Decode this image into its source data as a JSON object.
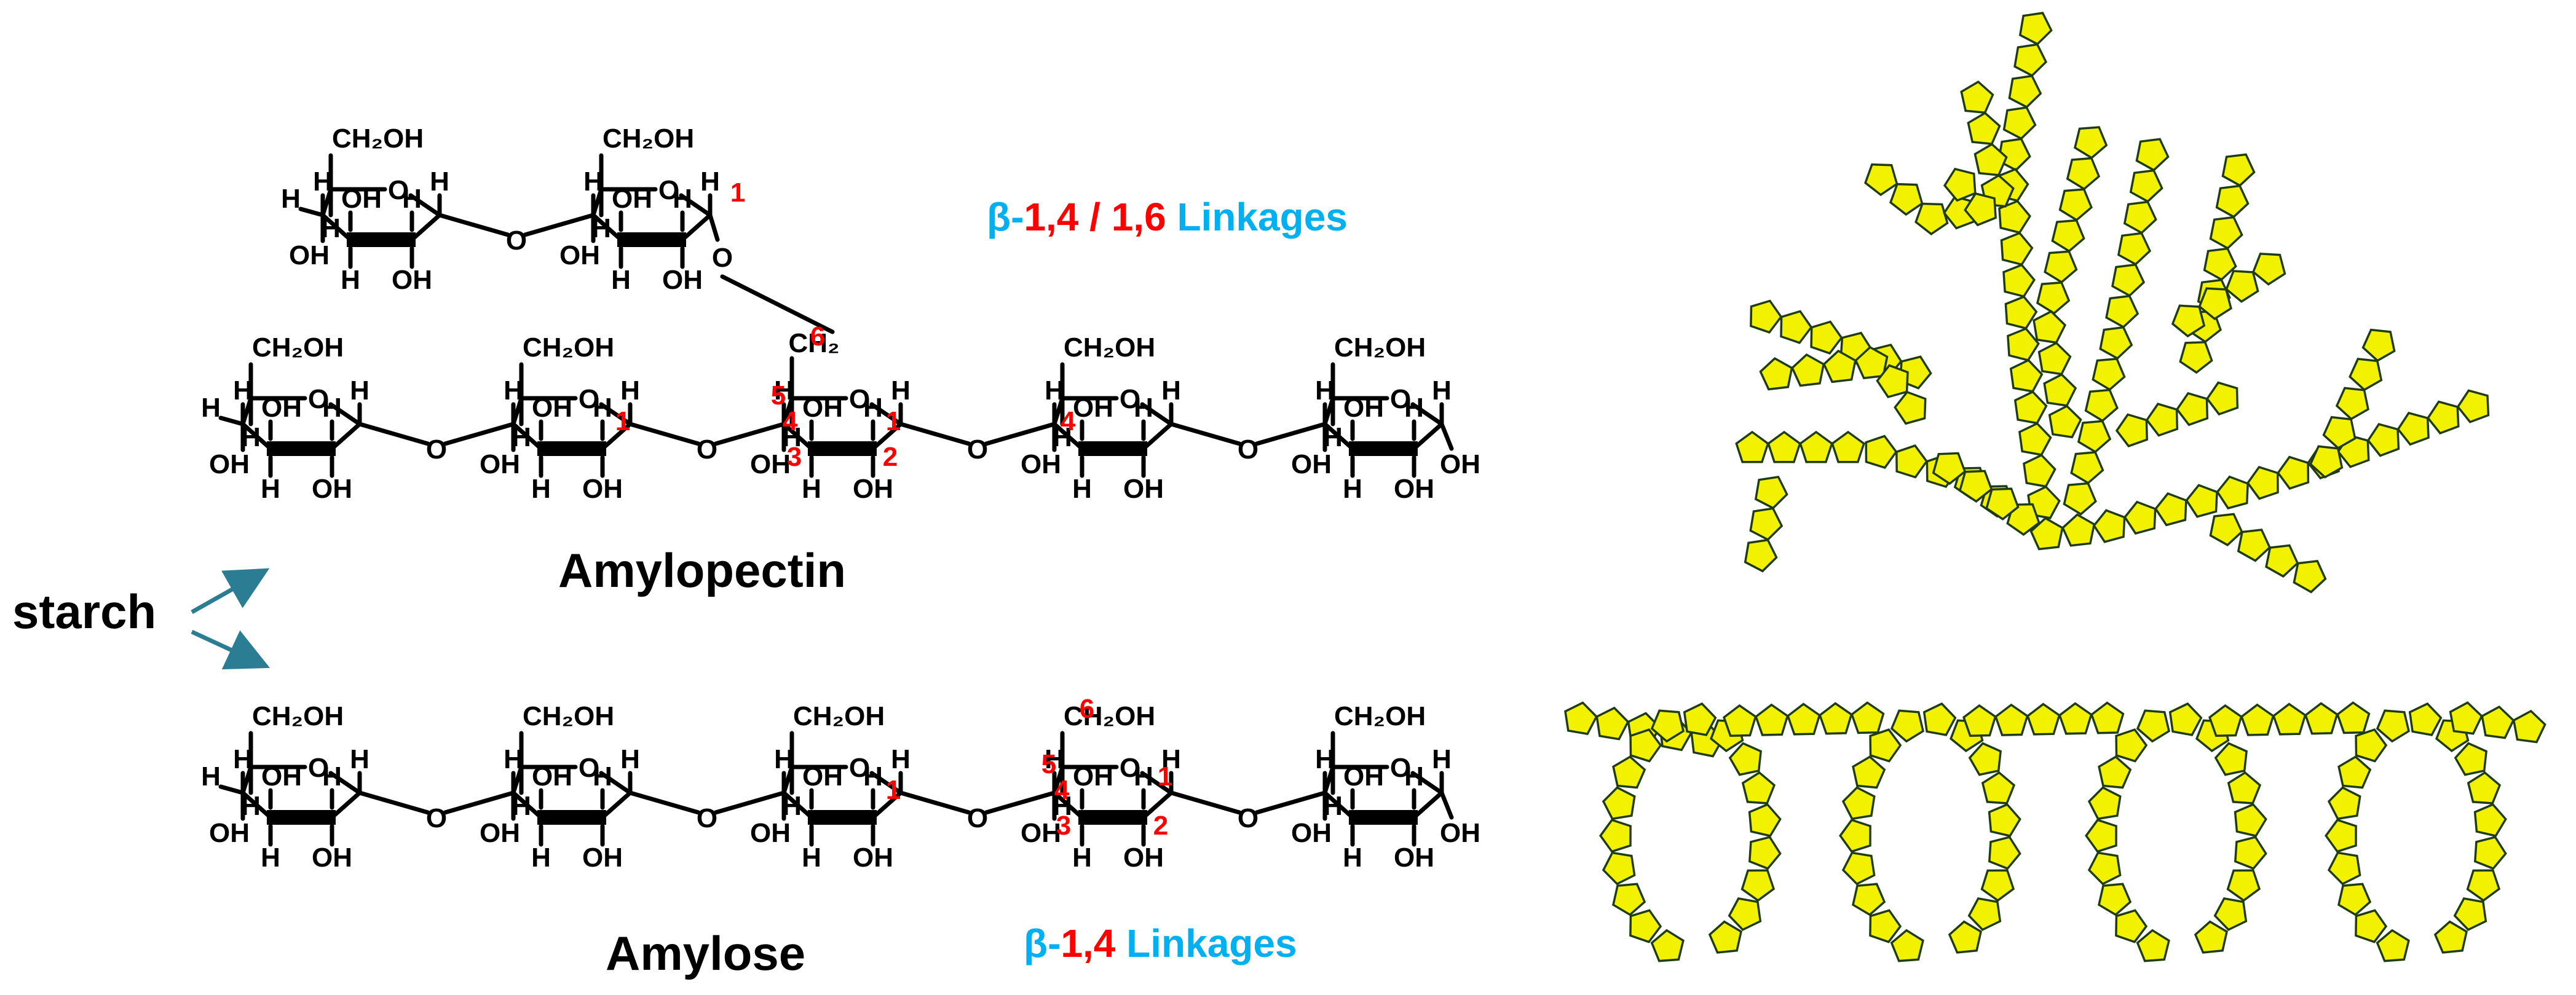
{
  "colors": {
    "greek_and_word": "#00b0f0",
    "numbers": "#ff0000",
    "arrow": "#2a7d92",
    "unit_fill": "#f2f200",
    "unit_stroke": "#1f3c16"
  },
  "labels": {
    "starch": "starch",
    "amylopectin": "Amylopectin",
    "amylose": "Amylose"
  },
  "linkages": {
    "amylopectin": {
      "beta": "β-",
      "nums_a": "1,4",
      "slash": " / ",
      "nums_b": "1,6",
      "word": " Linkages"
    },
    "amylose": {
      "beta": "β-",
      "nums": "1,4",
      "word": " Linkages"
    }
  },
  "atoms": {
    "ch2oh": "CH₂OH",
    "ch2": "CH₂",
    "oh": "OH",
    "h": "H",
    "o": "O"
  },
  "carbon_numbers": {
    "c1": "1",
    "c2": "2",
    "c3": "3",
    "c4": "4",
    "c5": "5",
    "c6": "6"
  },
  "icons": {
    "glucose_unit": "pentagon-icon"
  }
}
